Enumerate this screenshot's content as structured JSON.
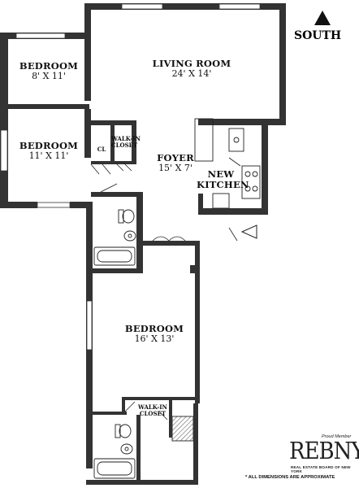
{
  "compass": {
    "label": "SOUTH"
  },
  "rooms": {
    "living_room": {
      "name": "LIVING ROOM",
      "dims": "24' X 14'"
    },
    "bedroom_1": {
      "name": "BEDROOM",
      "dims": "8' X 11'"
    },
    "bedroom_2": {
      "name": "BEDROOM",
      "dims": "11' X 11'"
    },
    "foyer": {
      "name": "FOYER",
      "dims": "15' X 7'"
    },
    "kitchen": {
      "name_line1": "NEW",
      "name_line2": "KITCHEN"
    },
    "bedroom_3": {
      "name": "BEDROOM",
      "dims": "16' X 13'"
    },
    "walkin_closet_1": {
      "line1": "WALK-IN",
      "line2": "CLOSET"
    },
    "walkin_closet_2": {
      "line1": "WALK-IN",
      "line2": "CLOSET"
    },
    "closet": {
      "label": "CL"
    }
  },
  "footer": {
    "rebny_tagline": "Proud Member",
    "rebny_logo": "REBNY",
    "rebny_full": "REAL ESTATE BOARD OF NEW YORK",
    "note": "* ALL DIMENSIONS ARE APPROXIMATE"
  },
  "colors": {
    "wall": "#333333",
    "line": "#222222",
    "hatch": "#777777"
  }
}
